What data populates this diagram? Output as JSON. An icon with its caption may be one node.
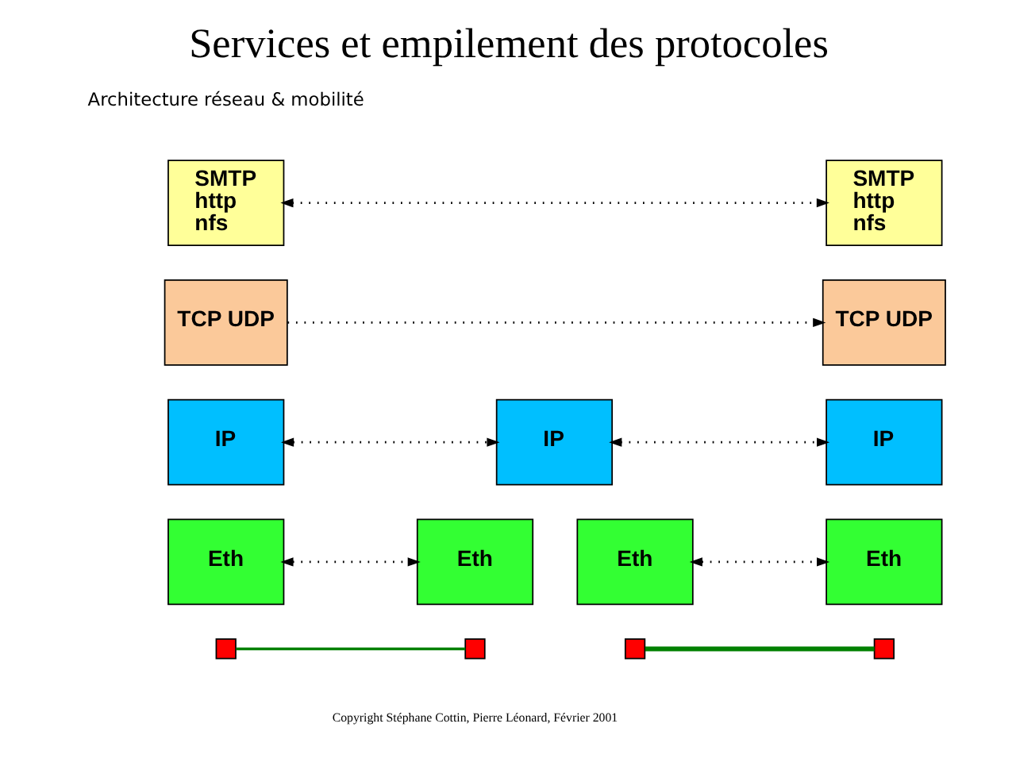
{
  "diagram": {
    "title": "Services et empilement des protocoles",
    "nodes": [
      {
        "text": [
          "SMTP",
          "http",
          "nfs"
        ]
      },
      {
        "text": [
          "SMTP",
          "http",
          "nfs"
        ]
      },
      {
        "text": [
          "TCP UDP"
        ]
      },
      {
        "text": [
          "TCP UDP"
        ]
      },
      {
        "text": [
          "IP"
        ]
      },
      {
        "text": [
          "IP"
        ]
      },
      {
        "text": [
          "IP"
        ]
      },
      {
        "text": [
          "Eth"
        ]
      },
      {
        "text": [
          "Eth"
        ]
      },
      {
        "text": [
          "Eth"
        ]
      },
      {
        "text": [
          "Eth"
        ]
      },
      {
        "text": [],
        "shape": "box"
      },
      {
        "text": [],
        "shape": "box"
      },
      {
        "text": [],
        "shape": "box"
      },
      {
        "text": [],
        "shape": "box"
      }
    ],
    "edges": [
      {
        "from": 0,
        "to": 1,
        "arrow": "both",
        "style": "dashed"
      },
      {
        "from": 2,
        "to": 3,
        "arrow": "to",
        "style": "dashed"
      },
      {
        "from": 4,
        "to": 5,
        "arrow": "both",
        "style": "dashed"
      },
      {
        "from": 5,
        "to": 6,
        "arrow": "both",
        "style": "dashed"
      },
      {
        "from": 7,
        "to": 8,
        "arrow": "both",
        "style": "dashed"
      },
      {
        "from": 9,
        "to": 10,
        "arrow": "both",
        "style": "dashed"
      },
      {
        "from": 11,
        "to": 12,
        "arrow": "none",
        "color": "#008000"
      },
      {
        "from": 13,
        "to": 14,
        "arrow": "none",
        "color": "#008000",
        "style": "thick"
      }
    ],
    "labels": [
      "Architecture réseau & mobilité",
      "Copyright Stéphane Cottin, Pierre Léonard, Février 2001"
    ]
  }
}
